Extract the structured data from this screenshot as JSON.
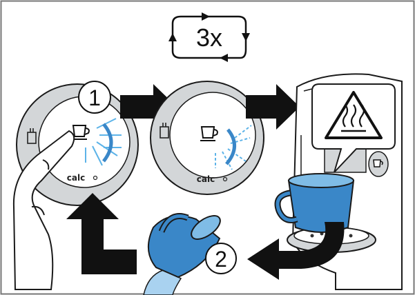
{
  "repeat": {
    "label": "3x"
  },
  "steps": [
    {
      "number": "1"
    },
    {
      "number": "2"
    }
  ],
  "control_panel": {
    "button_text": "calc"
  },
  "colors": {
    "water": "#3a87c8",
    "water_light": "#a9d2f0",
    "outline": "#1a1a1a",
    "panel_gray": "#cfd2d4",
    "panel_dark": "#8e9296",
    "arrow": "#111111"
  },
  "icons": [
    "cup-icon",
    "descale-icon",
    "hot-surface-warning-icon",
    "cycle-arrows-icon"
  ]
}
